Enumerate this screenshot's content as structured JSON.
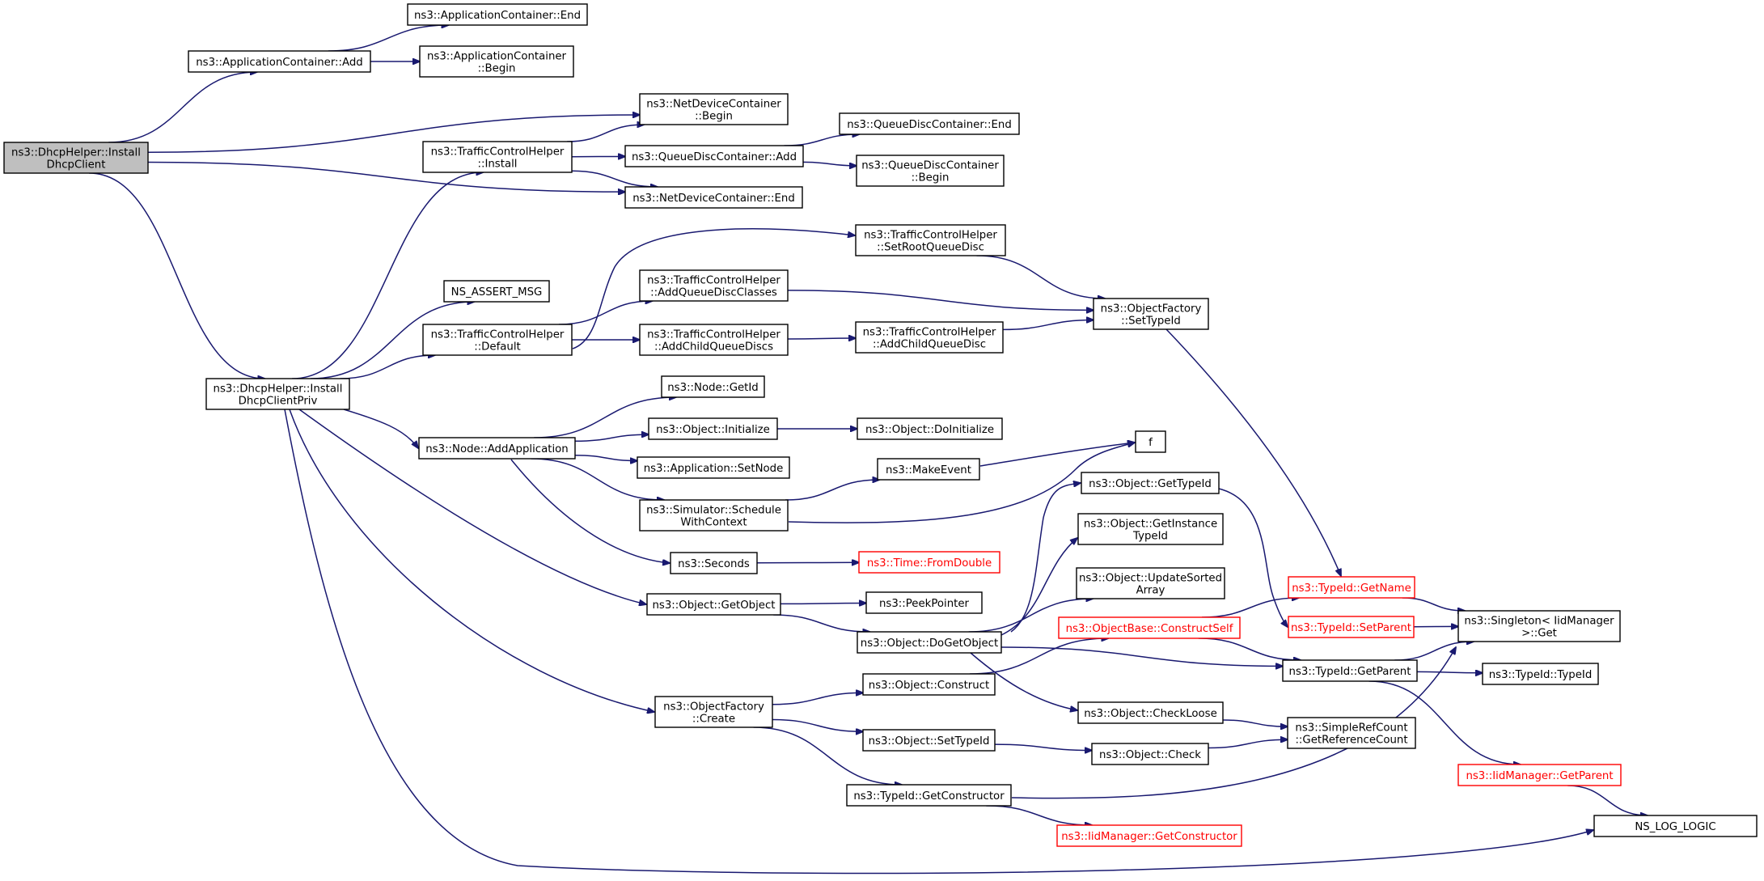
{
  "diagram": {
    "title": "",
    "root_node": "n_root",
    "nodes": [
      {
        "id": "n_root",
        "lines": [
          "ns3::DhcpHelper::Install",
          "DhcpClient"
        ],
        "style": "root"
      },
      {
        "id": "n_ac_add",
        "lines": [
          "ns3::ApplicationContainer::Add"
        ],
        "style": "normal"
      },
      {
        "id": "n_ac_end",
        "lines": [
          "ns3::ApplicationContainer::End"
        ],
        "style": "normal"
      },
      {
        "id": "n_ac_begin",
        "lines": [
          "ns3::ApplicationContainer",
          "::Begin"
        ],
        "style": "normal"
      },
      {
        "id": "n_ndc_begin",
        "lines": [
          "ns3::NetDeviceContainer",
          "::Begin"
        ],
        "style": "normal"
      },
      {
        "id": "n_tch_install",
        "lines": [
          "ns3::TrafficControlHelper",
          "::Install"
        ],
        "style": "normal"
      },
      {
        "id": "n_qdc_end",
        "lines": [
          "ns3::QueueDiscContainer::End"
        ],
        "style": "normal"
      },
      {
        "id": "n_qdc_add",
        "lines": [
          "ns3::QueueDiscContainer::Add"
        ],
        "style": "normal"
      },
      {
        "id": "n_qdc_begin",
        "lines": [
          "ns3::QueueDiscContainer",
          "::Begin"
        ],
        "style": "normal"
      },
      {
        "id": "n_ndc_end",
        "lines": [
          "ns3::NetDeviceContainer::End"
        ],
        "style": "normal"
      },
      {
        "id": "n_tch_setroot",
        "lines": [
          "ns3::TrafficControlHelper",
          "::SetRootQueueDisc"
        ],
        "style": "normal"
      },
      {
        "id": "n_ns_assert",
        "lines": [
          "NS_ASSERT_MSG"
        ],
        "style": "normal"
      },
      {
        "id": "n_tch_addqdc",
        "lines": [
          "ns3::TrafficControlHelper",
          "::AddQueueDiscClasses"
        ],
        "style": "normal"
      },
      {
        "id": "n_of_settypeid",
        "lines": [
          "ns3::ObjectFactory",
          "::SetTypeId"
        ],
        "style": "normal"
      },
      {
        "id": "n_tch_default",
        "lines": [
          "ns3::TrafficControlHelper",
          "::Default"
        ],
        "style": "normal"
      },
      {
        "id": "n_tch_addchildqds",
        "lines": [
          "ns3::TrafficControlHelper",
          "::AddChildQueueDiscs"
        ],
        "style": "normal"
      },
      {
        "id": "n_tch_addchildqd",
        "lines": [
          "ns3::TrafficControlHelper",
          "::AddChildQueueDisc"
        ],
        "style": "normal"
      },
      {
        "id": "n_priv",
        "lines": [
          "ns3::DhcpHelper::Install",
          "DhcpClientPriv"
        ],
        "style": "normal"
      },
      {
        "id": "n_node_getid",
        "lines": [
          "ns3::Node::GetId"
        ],
        "style": "normal"
      },
      {
        "id": "n_obj_init",
        "lines": [
          "ns3::Object::Initialize"
        ],
        "style": "normal"
      },
      {
        "id": "n_obj_doinit",
        "lines": [
          "ns3::Object::DoInitialize"
        ],
        "style": "normal"
      },
      {
        "id": "n_f",
        "lines": [
          "f"
        ],
        "style": "normal"
      },
      {
        "id": "n_node_addapp",
        "lines": [
          "ns3::Node::AddApplication"
        ],
        "style": "normal"
      },
      {
        "id": "n_app_setnode",
        "lines": [
          "ns3::Application::SetNode"
        ],
        "style": "normal"
      },
      {
        "id": "n_makeevent",
        "lines": [
          "ns3::MakeEvent"
        ],
        "style": "normal"
      },
      {
        "id": "n_obj_gettypeid",
        "lines": [
          "ns3::Object::GetTypeId"
        ],
        "style": "normal"
      },
      {
        "id": "n_sim_schedule",
        "lines": [
          "ns3::Simulator::Schedule",
          "WithContext"
        ],
        "style": "normal"
      },
      {
        "id": "n_obj_getinst",
        "lines": [
          "ns3::Object::GetInstance",
          "TypeId"
        ],
        "style": "normal"
      },
      {
        "id": "n_seconds",
        "lines": [
          "ns3::Seconds"
        ],
        "style": "normal"
      },
      {
        "id": "n_time_fromdouble",
        "lines": [
          "ns3::Time::FromDouble"
        ],
        "style": "red"
      },
      {
        "id": "n_obj_updsorted",
        "lines": [
          "ns3::Object::UpdateSorted",
          "Array"
        ],
        "style": "normal"
      },
      {
        "id": "n_typeid_getname",
        "lines": [
          "ns3::TypeId::GetName"
        ],
        "style": "red"
      },
      {
        "id": "n_obj_getobject",
        "lines": [
          "ns3::Object::GetObject"
        ],
        "style": "normal"
      },
      {
        "id": "n_peekpointer",
        "lines": [
          "ns3::PeekPointer"
        ],
        "style": "normal"
      },
      {
        "id": "n_objbase_construct",
        "lines": [
          "ns3::ObjectBase::ConstructSelf"
        ],
        "style": "red"
      },
      {
        "id": "n_typeid_setparent",
        "lines": [
          "ns3::TypeId::SetParent"
        ],
        "style": "red"
      },
      {
        "id": "n_singleton_get",
        "lines": [
          "ns3::Singleton< IidManager",
          ">::Get"
        ],
        "style": "normal"
      },
      {
        "id": "n_obj_dogetobject",
        "lines": [
          "ns3::Object::DoGetObject"
        ],
        "style": "normal"
      },
      {
        "id": "n_typeid_getparent",
        "lines": [
          "ns3::TypeId::GetParent"
        ],
        "style": "normal"
      },
      {
        "id": "n_typeid_typeid",
        "lines": [
          "ns3::TypeId::TypeId"
        ],
        "style": "normal"
      },
      {
        "id": "n_obj_construct",
        "lines": [
          "ns3::Object::Construct"
        ],
        "style": "normal"
      },
      {
        "id": "n_of_create",
        "lines": [
          "ns3::ObjectFactory",
          "::Create"
        ],
        "style": "normal"
      },
      {
        "id": "n_obj_checkloose",
        "lines": [
          "ns3::Object::CheckLoose"
        ],
        "style": "normal"
      },
      {
        "id": "n_src_getref",
        "lines": [
          "ns3::SimpleRefCount",
          "::GetReferenceCount"
        ],
        "style": "normal"
      },
      {
        "id": "n_obj_settypeid",
        "lines": [
          "ns3::Object::SetTypeId"
        ],
        "style": "normal"
      },
      {
        "id": "n_obj_check",
        "lines": [
          "ns3::Object::Check"
        ],
        "style": "normal"
      },
      {
        "id": "n_iid_getparent",
        "lines": [
          "ns3::IidManager::GetParent"
        ],
        "style": "red"
      },
      {
        "id": "n_typeid_getctor",
        "lines": [
          "ns3::TypeId::GetConstructor"
        ],
        "style": "normal"
      },
      {
        "id": "n_ns_log_logic",
        "lines": [
          "NS_LOG_LOGIC"
        ],
        "style": "normal"
      },
      {
        "id": "n_iid_getctor",
        "lines": [
          "ns3::IidManager::GetConstructor"
        ],
        "style": "red"
      }
    ],
    "edges": [
      [
        "n_root",
        "n_ac_add"
      ],
      [
        "n_root",
        "n_ndc_begin"
      ],
      [
        "n_root",
        "n_ndc_end"
      ],
      [
        "n_root",
        "n_priv"
      ],
      [
        "n_ac_add",
        "n_ac_end"
      ],
      [
        "n_ac_add",
        "n_ac_begin"
      ],
      [
        "n_tch_install",
        "n_ndc_begin"
      ],
      [
        "n_tch_install",
        "n_qdc_add"
      ],
      [
        "n_tch_install",
        "n_ndc_end"
      ],
      [
        "n_qdc_add",
        "n_qdc_end"
      ],
      [
        "n_qdc_add",
        "n_qdc_begin"
      ],
      [
        "n_tch_default",
        "n_tch_setroot"
      ],
      [
        "n_tch_default",
        "n_tch_addqdc"
      ],
      [
        "n_tch_default",
        "n_tch_addchildqds"
      ],
      [
        "n_tch_setroot",
        "n_of_settypeid"
      ],
      [
        "n_tch_addqdc",
        "n_of_settypeid"
      ],
      [
        "n_tch_addchildqds",
        "n_tch_addchildqd"
      ],
      [
        "n_tch_addchildqd",
        "n_of_settypeid"
      ],
      [
        "n_of_settypeid",
        "n_typeid_getname"
      ],
      [
        "n_priv",
        "n_tch_install"
      ],
      [
        "n_priv",
        "n_ns_assert"
      ],
      [
        "n_priv",
        "n_tch_default"
      ],
      [
        "n_priv",
        "n_node_addapp"
      ],
      [
        "n_priv",
        "n_obj_getobject"
      ],
      [
        "n_priv",
        "n_of_create"
      ],
      [
        "n_priv",
        "n_ns_log_logic"
      ],
      [
        "n_node_addapp",
        "n_node_getid"
      ],
      [
        "n_node_addapp",
        "n_obj_init"
      ],
      [
        "n_node_addapp",
        "n_app_setnode"
      ],
      [
        "n_node_addapp",
        "n_sim_schedule"
      ],
      [
        "n_node_addapp",
        "n_seconds"
      ],
      [
        "n_obj_init",
        "n_obj_doinit"
      ],
      [
        "n_sim_schedule",
        "n_makeevent"
      ],
      [
        "n_sim_schedule",
        "n_f"
      ],
      [
        "n_makeevent",
        "n_f"
      ],
      [
        "n_seconds",
        "n_time_fromdouble"
      ],
      [
        "n_obj_getobject",
        "n_peekpointer"
      ],
      [
        "n_obj_getobject",
        "n_obj_dogetobject"
      ],
      [
        "n_obj_dogetobject",
        "n_obj_gettypeid"
      ],
      [
        "n_obj_dogetobject",
        "n_obj_getinst"
      ],
      [
        "n_obj_dogetobject",
        "n_obj_updsorted"
      ],
      [
        "n_obj_dogetobject",
        "n_typeid_getparent"
      ],
      [
        "n_obj_dogetobject",
        "n_obj_checkloose"
      ],
      [
        "n_obj_gettypeid",
        "n_typeid_setparent"
      ],
      [
        "n_objbase_construct",
        "n_typeid_getname"
      ],
      [
        "n_objbase_construct",
        "n_typeid_getparent"
      ],
      [
        "n_typeid_getname",
        "n_singleton_get"
      ],
      [
        "n_typeid_setparent",
        "n_singleton_get"
      ],
      [
        "n_typeid_getparent",
        "n_singleton_get"
      ],
      [
        "n_typeid_getparent",
        "n_typeid_typeid"
      ],
      [
        "n_typeid_getparent",
        "n_iid_getparent"
      ],
      [
        "n_of_create",
        "n_obj_construct"
      ],
      [
        "n_of_create",
        "n_obj_settypeid"
      ],
      [
        "n_of_create",
        "n_typeid_getctor"
      ],
      [
        "n_obj_construct",
        "n_objbase_construct"
      ],
      [
        "n_obj_checkloose",
        "n_src_getref"
      ],
      [
        "n_obj_settypeid",
        "n_obj_check"
      ],
      [
        "n_obj_check",
        "n_src_getref"
      ],
      [
        "n_typeid_getctor",
        "n_singleton_get"
      ],
      [
        "n_typeid_getctor",
        "n_iid_getctor"
      ],
      [
        "n_iid_getparent",
        "n_ns_log_logic"
      ]
    ]
  },
  "colors": {
    "edge": "#191970",
    "node_border": "#000000",
    "node_fill": "#ffffff",
    "root_fill": "#bfbfbf",
    "unresolved_border": "#ff0000"
  }
}
